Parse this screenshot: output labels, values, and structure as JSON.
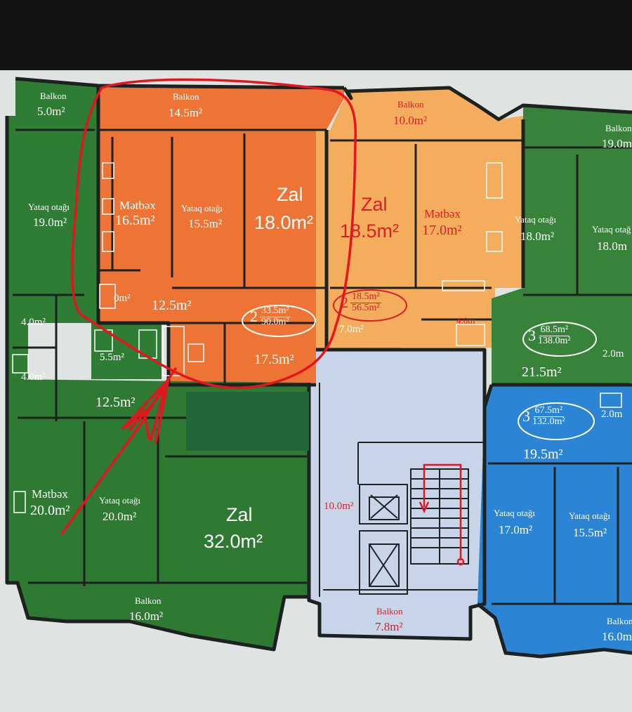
{
  "colors": {
    "green": "#2f7d34",
    "orange": "#ee7436",
    "light_orange": "#f3ad5c",
    "blue": "#2a83d2",
    "lobby": "#c7d4e8",
    "wall": "#1e2423",
    "marker": "#e5141f",
    "censor": "#23663a"
  },
  "labels": {
    "g1_balkon": "Balkon",
    "g1_balkon_area": "5.0m²",
    "g1_yataq": "Yataq otağı",
    "g1_yataq_area": "19.0m²",
    "g1_a1": "4.0m²",
    "g1_a2": "4.0m²",
    "o_balkon": "Balkon",
    "o_balkon_area": "14.5m²",
    "o_metbex": "Mətbəx",
    "o_metbex_area": "16.5m²",
    "o_yataq": "Yataq otağı",
    "o_yataq_area": "15.5m²",
    "o_zal": "Zal",
    "o_zal_area": "18.0m²",
    "o_partial": "0m²",
    "o_hall": "12.5m²",
    "o_hall2": "17.5m²",
    "o_small": "5.5m²",
    "o_tot_n": "2",
    "o_tot_top": "33.5m²",
    "o_tot_bot": "90.0m²",
    "lo_balkon": "Balkon",
    "lo_balkon_area": "10.0m²",
    "lo_zal": "Zal",
    "lo_zal_area": "18.5m²",
    "lo_metbex": "Mətbəx",
    "lo_metbex_area": "17.0m²",
    "lo_tot_n": "2",
    "lo_tot_top": "18.5m²",
    "lo_tot_bot": "56.5m²",
    "lo_hall": "7.0m²",
    "lo_bath": "4.0m",
    "gr_balkon": "Balkon",
    "gr_balkon_area": "19.0m",
    "gr_yataq1": "Yataq otağı",
    "gr_yataq1_area": "18.0m²",
    "gr_yataq2": "Yataq otağ",
    "gr_yataq2_area": "18.0m",
    "gr_tot_n": "3",
    "gr_tot_top": "68.5m²",
    "gr_tot_bot": "138.0m²",
    "gr_hall": "21.5m²",
    "gr_small": "2.0m",
    "gb_hall": "12.5m²",
    "gb_metbex": "Mətbəx",
    "gb_metbex_area": "20.0m²",
    "gb_yataq": "Yataq otağı",
    "gb_yataq_area": "20.0m²",
    "gb_zal": "Zal",
    "gb_zal_area": "32.0m²",
    "gb_balkon": "Balkon",
    "gb_balkon_area": "16.0m²",
    "st_area": "10.0m²",
    "st_balkon": "Balkon",
    "st_balkon_area": "7.8m²",
    "b_tot_n": "3",
    "b_tot_top": "67.5m²",
    "b_tot_bot": "132.0m²",
    "b_hall": "19.5m²",
    "b_small": "2.0m",
    "b_yataq1": "Yataq otağı",
    "b_yataq1_area": "17.0m²",
    "b_yataq2": "Yataq otağı",
    "b_yataq2_area": "15.5m²",
    "b_balkon": "Balkon",
    "b_balkon_area": "16.0m"
  }
}
